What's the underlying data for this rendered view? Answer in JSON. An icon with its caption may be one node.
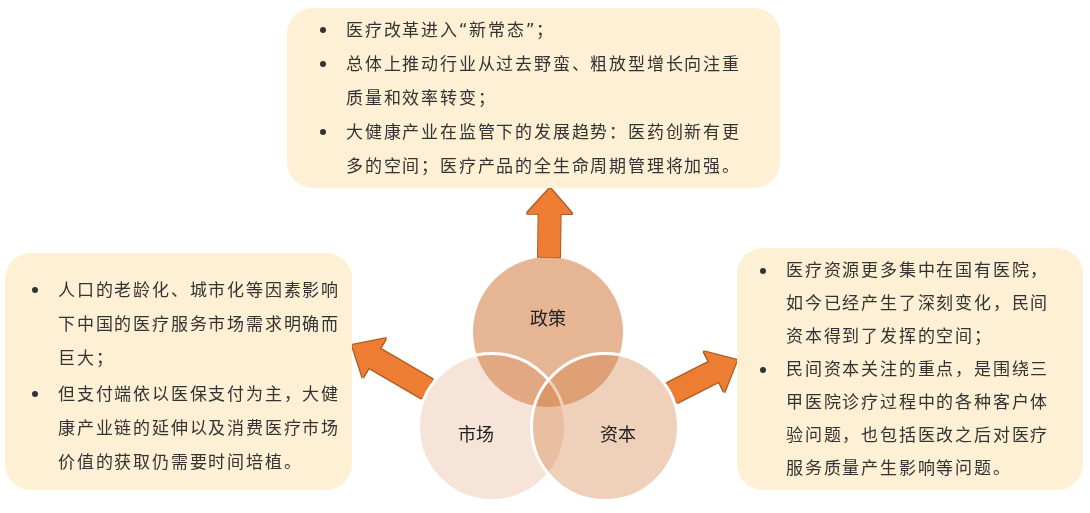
{
  "diagram": {
    "nodes": [
      {
        "text": [
          "医疗改革进入“新常态”；",
          "总体上推动行业从过去野蛮、粗放型增长向注重质量和效率转变；",
          "大健康产业在监管下的发展趋势：医药创新有更多的空间；医疗产品的全生命周期管理将加强。"
        ]
      },
      {
        "text": [
          "人口的老龄化、城市化等因素影响下中国的医疗服务市场需求明确而巨大；",
          "但支付端依以医保支付为主，大健康产业链的延伸以及消费医疗市场价值的获取仍需要时间培植。"
        ]
      },
      {
        "text": [
          "医疗资源更多集中在国有医院，如今已经产生了深刻变化，民间资本得到了发挥的空间；",
          "民间资本关注的重点，是围绕三甲医院诊疗过程中的各种客户体验问题，也包括医改之后对医疗服务质量产生影响等问题。"
        ]
      },
      {
        "text": [
          "政策"
        ]
      },
      {
        "text": [
          "市场"
        ]
      },
      {
        "text": [
          "资本"
        ]
      }
    ],
    "edges": [
      {
        "from": 3,
        "to": 0,
        "arrow": "to"
      },
      {
        "from": 4,
        "to": 1,
        "arrow": "to"
      },
      {
        "from": 5,
        "to": 2,
        "arrow": "to"
      }
    ]
  }
}
